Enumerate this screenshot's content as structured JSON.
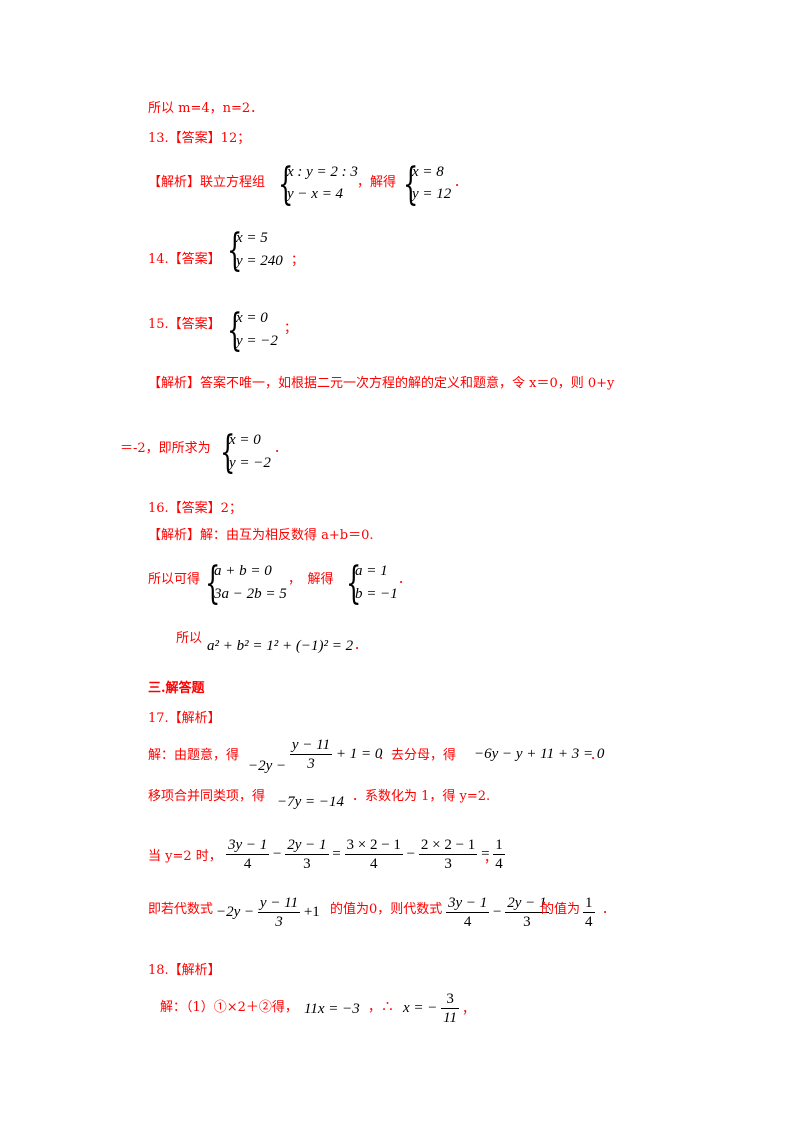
{
  "lines": {
    "l1": "所以 m=4，n=2．",
    "q13": "13.【答案】12；",
    "q13_analysis": "【解析】联立方程组",
    "q13_solved": "，解得",
    "q13_end": "．",
    "q14": "14.【答案】",
    "q14_end": "；",
    "q15": "15.【答案】",
    "q15_end": "；",
    "q15_analysis": "【解析】答案不唯一，如根据二元一次方程的解的定义和题意，令 x＝0，则 0+y",
    "q15_cont": "＝-2，即所求为",
    "q15_cont_end": "．",
    "q16": "16.【答案】2；",
    "q16_analysis": "【解析】解：由互为相反数得 a+b＝0.",
    "q16_so": "所以可得",
    "q16_solve": "，　解得",
    "q16_solve_end": "．",
    "q16_therefore": "所以",
    "q16_therefore_end": "．",
    "section3": "三.解答题",
    "q17": "17.【解析】",
    "q17_a": "解：由题意，得",
    "q17_b": "．去分母，得",
    "q17_c": "．",
    "q17_d": "移项合并同类项，得",
    "q17_e": "．系数化为 1，得 y=2.",
    "q17_f": "当 y=2 时，",
    "q17_f_end": "，",
    "q17_g": "即若代数式",
    "q17_h": "的值为0，则代数式",
    "q17_i": "的值为",
    "q17_j": "．",
    "q18": "18.【解析】",
    "q18_a": "解：（1）①×2＋②得，",
    "q18_b": "，∴",
    "q18_c": "，"
  },
  "math": {
    "s13a_r1": "x : y = 2 : 3",
    "s13a_r2": "y − x = 4",
    "s13b_r1": "x = 8",
    "s13b_r2": "y = 12",
    "s14_r1": "x = 5",
    "s14_r2": "y = 240",
    "s15_r1": "x = 0",
    "s15_r2": "y = −2",
    "s15b_r1": "x = 0",
    "s15b_r2": "y = −2",
    "s16a_r1": "a + b = 0",
    "s16a_r2": "3a − 2b = 5",
    "s16b_r1": "a = 1",
    "s16b_r2": "b = −1",
    "e16": "a² + b² = 1² + (−1)² = 2",
    "e17a_pre": "−2y −",
    "e17a_num": "y − 11",
    "e17a_den": "3",
    "e17a_post": "+ 1 = 0",
    "e17b": "−6y − y + 11 + 3 = 0",
    "e17c": "−7y = −14",
    "f1_num": "3y − 1",
    "f1_den": "4",
    "f2_num": "2y − 1",
    "f2_den": "3",
    "f3_num": "3 × 2 − 1",
    "f3_den": "4",
    "f4_num": "2 × 2 − 1",
    "f4_den": "3",
    "f5_num": "1",
    "f5_den": "4",
    "e18a": "11x = −3",
    "e18b_pre": "x = −",
    "e18b_num": "3",
    "e18b_den": "11"
  }
}
